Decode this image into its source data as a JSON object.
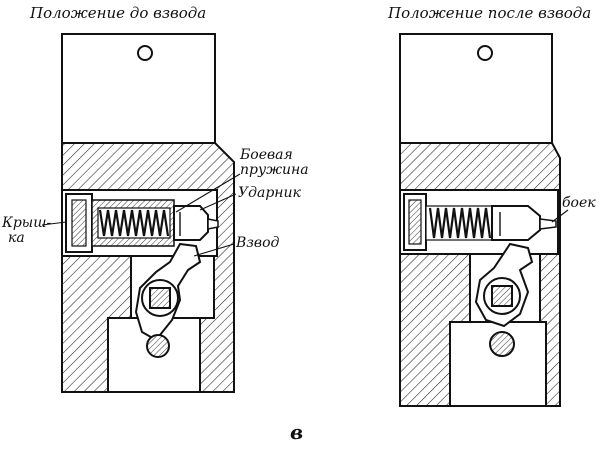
{
  "captions": {
    "before": "Положение до взвода",
    "after": "Положение после взвода"
  },
  "labels": {
    "spring_line1": "Боевая",
    "spring_line2": "пружина",
    "striker": "Ударник",
    "cover_line1": "Крыш-",
    "cover_line2": "ка",
    "cocking": "Взвод",
    "firing_pin": "боек"
  },
  "figure_letter": "в"
}
